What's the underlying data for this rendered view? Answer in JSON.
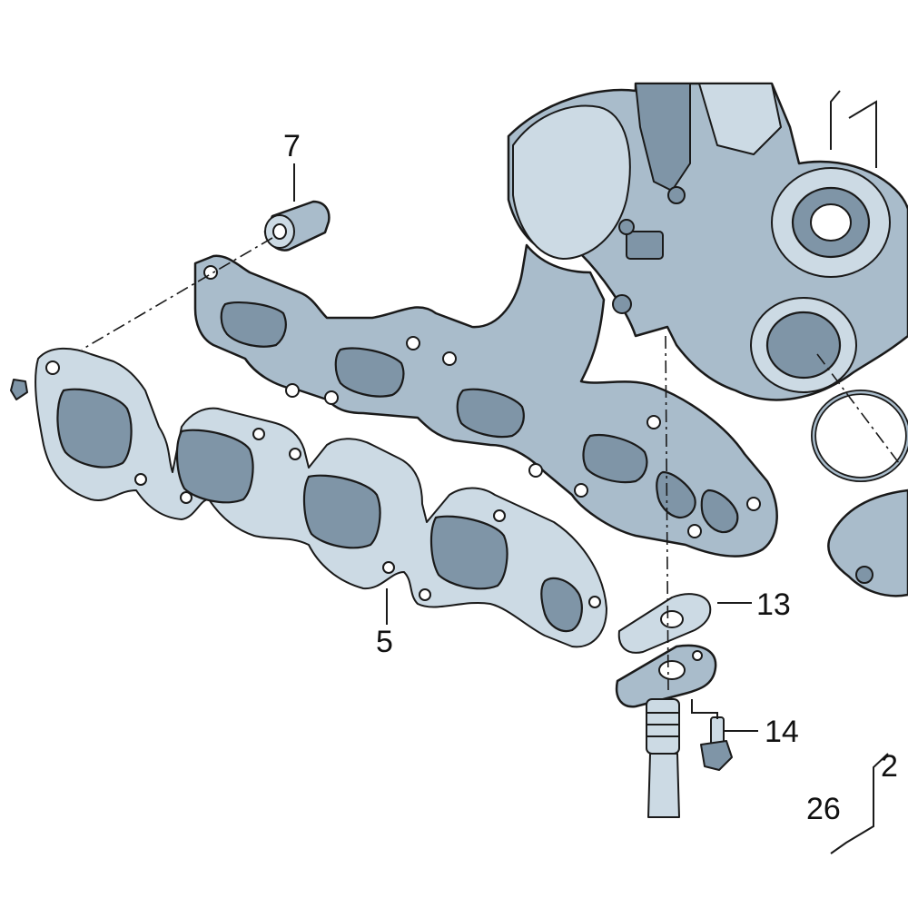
{
  "colors": {
    "part": "#a9bccb",
    "part_light": "#ccdae4",
    "part_dark": "#7f95a7",
    "outline": "#1a1a1a",
    "background": "#ffffff"
  },
  "callouts": {
    "c7": "7",
    "c5": "5",
    "c13": "13",
    "c14": "14",
    "c26": "26",
    "c2": "2"
  }
}
